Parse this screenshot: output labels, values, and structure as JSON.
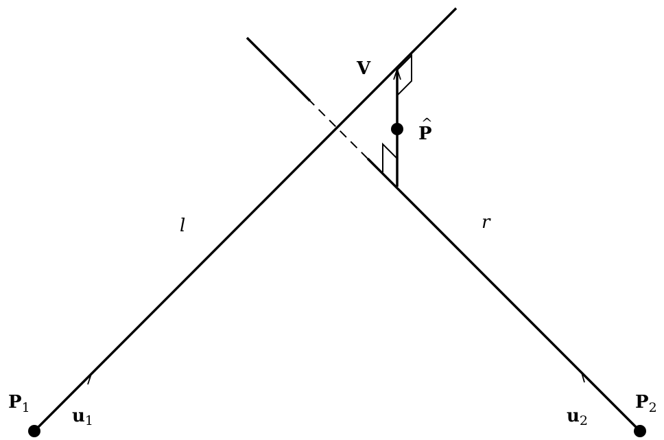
{
  "points": {
    "p1": {
      "main": "P",
      "sub": "1"
    },
    "p2": {
      "main": "P",
      "sub": "2"
    },
    "v": {
      "main": "V"
    },
    "p_hat": {
      "main": "P",
      "hat": "^"
    }
  },
  "vectors": {
    "u1": {
      "main": "u",
      "sub": "1"
    },
    "u2": {
      "main": "u",
      "sub": "2"
    }
  },
  "lines": {
    "l": "l",
    "r": "r"
  }
}
